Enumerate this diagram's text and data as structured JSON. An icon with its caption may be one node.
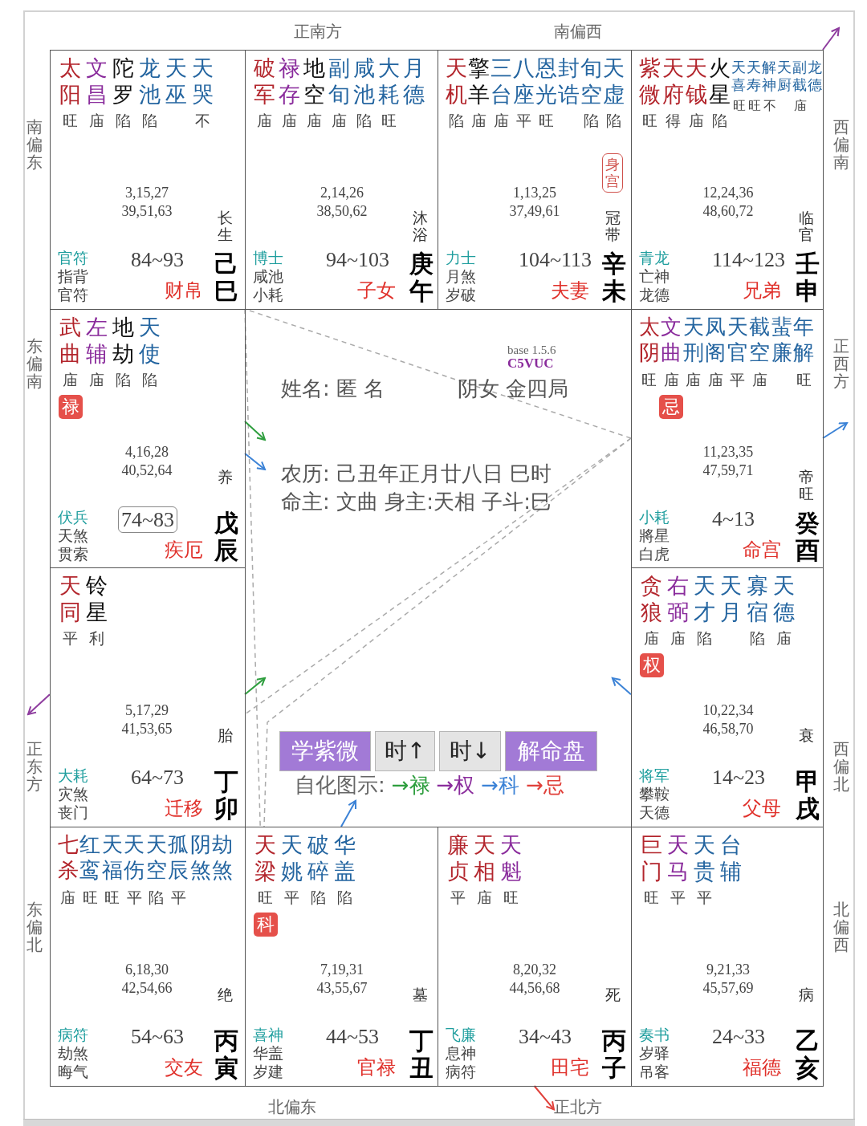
{
  "diagram": {
    "nodes": [
      {
        "text": [
          "太阳",
          "文昌",
          "陀罗",
          "龙池",
          "天巫",
          "天哭",
          "旺",
          "庙",
          "陷",
          "陷",
          "不",
          "3,15,27 39,51,63",
          "长生",
          "官符",
          "指背",
          "官符",
          "84~93",
          "财帛",
          "己巳"
        ]
      },
      {
        "text": [
          "破军",
          "禄存",
          "地空",
          "副旬",
          "咸池",
          "大耗",
          "月德",
          "庙",
          "庙",
          "庙",
          "庙",
          "陷",
          "旺",
          "2,14,26 38,50,62",
          "沐浴",
          "博士",
          "咸池",
          "小耗",
          "94~103",
          "子女",
          "庚午"
        ]
      },
      {
        "text": [
          "天机",
          "擎羊",
          "三台",
          "八座",
          "恩光",
          "封诰",
          "旬空",
          "天虚",
          "陷",
          "庙",
          "庙",
          "平",
          "旺",
          "陷",
          "陷",
          "身宫",
          "1,13,25 37,49,61",
          "冠带",
          "力士",
          "月煞",
          "岁破",
          "104~113",
          "夫妻",
          "辛未"
        ]
      },
      {
        "text": [
          "紫微",
          "天府",
          "天钺",
          "火星",
          "天喜",
          "天寿",
          "解神",
          "天厨",
          "副截",
          "龙德",
          "旺",
          "得",
          "庙",
          "陷",
          "旺",
          "旺",
          "不",
          "庙",
          "12,24,36 48,60,72",
          "临官",
          "青龙",
          "亡神",
          "龙德",
          "114~123",
          "兄弟",
          "壬申"
        ]
      },
      {
        "text": [
          "武曲",
          "左辅",
          "地劫",
          "天使",
          "庙",
          "庙",
          "陷",
          "陷",
          "禄",
          "4,16,28 40,52,64",
          "养",
          "伏兵",
          "天煞",
          "贯索",
          "74~83",
          "疾厄",
          "戊辰"
        ]
      },
      {
        "text": [
          "base 1.5.6",
          "C5VUC",
          "姓名: 匿 名",
          "阴女 金四局",
          "农历: 己丑年正月廿八日 巳时",
          "命主: 文曲 身主:天相 子斗:巳",
          "自化图示:",
          "→禄",
          "→权",
          "→科",
          "→忌"
        ]
      },
      {
        "text": [
          "太阴",
          "文曲",
          "天刑",
          "凤阁",
          "天官",
          "截空",
          "蜚廉",
          "年解",
          "旺",
          "庙",
          "庙",
          "庙",
          "平",
          "庙",
          "旺",
          "忌",
          "11,23,35 47,59,71",
          "帝旺",
          "小耗",
          "將星",
          "白虎",
          "4~13",
          "命宫",
          "癸酉"
        ]
      },
      {
        "text": [
          "天同",
          "铃星",
          "平",
          "利",
          "5,17,29 41,53,65",
          "胎",
          "大耗",
          "灾煞",
          "丧门",
          "64~73",
          "迁移",
          "丁卯"
        ]
      },
      {
        "text": [
          "贪狼",
          "右弼",
          "天才",
          "天月",
          "寡宿",
          "天德",
          "庙",
          "庙",
          "陷",
          "陷",
          "庙",
          "权",
          "10,22,34 46,58,70",
          "衰",
          "将军",
          "攀鞍",
          "天德",
          "14~23",
          "父母",
          "甲戌"
        ]
      },
      {
        "text": [
          "七杀",
          "红鸾",
          "天福",
          "天伤",
          "天空",
          "孤辰",
          "阴煞",
          "劫煞",
          "庙",
          "旺",
          "旺",
          "平",
          "陷",
          "平",
          "6,18,30 42,54,66",
          "绝",
          "病符",
          "劫煞",
          "晦气",
          "54~63",
          "交友",
          "丙寅"
        ]
      },
      {
        "text": [
          "天梁",
          "天姚",
          "破碎",
          "华盖",
          "旺",
          "平",
          "陷",
          "陷",
          "科",
          "7,19,31 43,55,67",
          "墓",
          "喜神",
          "华盖",
          "岁建",
          "44~53",
          "官禄",
          "丁丑"
        ]
      },
      {
        "text": [
          "廉贞",
          "天相",
          "天魁",
          "平",
          "庙",
          "旺",
          "8,20,32 44,56,68",
          "死",
          "飞廉",
          "息神",
          "病符",
          "34~43",
          "田宅",
          "丙子"
        ]
      },
      {
        "text": [
          "巨门",
          "天马",
          "天贵",
          "台辅",
          "旺",
          "平",
          "平",
          "9,21,33 45,57,69",
          "病",
          "奏书",
          "岁驿",
          "吊客",
          "24~33",
          "福德",
          "乙亥"
        ]
      },
      {
        "text": [
          "学紫微"
        ],
        "in": 5
      },
      {
        "text": [
          "时↑"
        ],
        "in": 5
      },
      {
        "text": [
          "时↓"
        ],
        "in": 5
      },
      {
        "text": [
          "解命盘"
        ],
        "in": 5
      },
      {
        "text": [
          "正北方"
        ]
      }
    ],
    "edges": [
      {
        "from": 6,
        "to": 0,
        "arrow": "none",
        "style": "dashed",
        "color": "#aaaaaa"
      },
      {
        "from": 6,
        "to": 10,
        "arrow": "none",
        "style": "dashed",
        "color": "#aaaaaa"
      },
      {
        "from": 0,
        "to": 10,
        "arrow": "none",
        "style": "dashed",
        "color": "#aaaaaa"
      },
      {
        "from": 6,
        "to": 7,
        "arrow": "none",
        "style": "dashed",
        "color": "#aaaaaa"
      },
      {
        "from": 3,
        "to": null,
        "arrow": "to",
        "color": "#8e3c9e"
      },
      {
        "from": 4,
        "to": 5,
        "arrow": "to",
        "color": "#2e9e3e"
      },
      {
        "from": 4,
        "to": 5,
        "arrow": "to",
        "color": "#3b82d6"
      },
      {
        "from": 6,
        "to": null,
        "arrow": "to",
        "color": "#3b82d6"
      },
      {
        "from": 7,
        "to": null,
        "arrow": "to",
        "color": "#8e3c9e"
      },
      {
        "from": 7,
        "to": 5,
        "arrow": "to",
        "color": "#2e9e3e"
      },
      {
        "from": 8,
        "to": 5,
        "arrow": "to",
        "color": "#3b82d6"
      },
      {
        "from": 10,
        "to": 5,
        "arrow": "to",
        "color": "#3b82d6"
      },
      {
        "from": 11,
        "to": 17,
        "arrow": "to",
        "color": "#e0403a"
      }
    ],
    "labels": [
      "正南方",
      "南偏西",
      "南偏东",
      "西偏南",
      "东偏南",
      "正西方",
      "正东方",
      "西偏北",
      "东偏北",
      "北偏西",
      "北偏东"
    ]
  }
}
